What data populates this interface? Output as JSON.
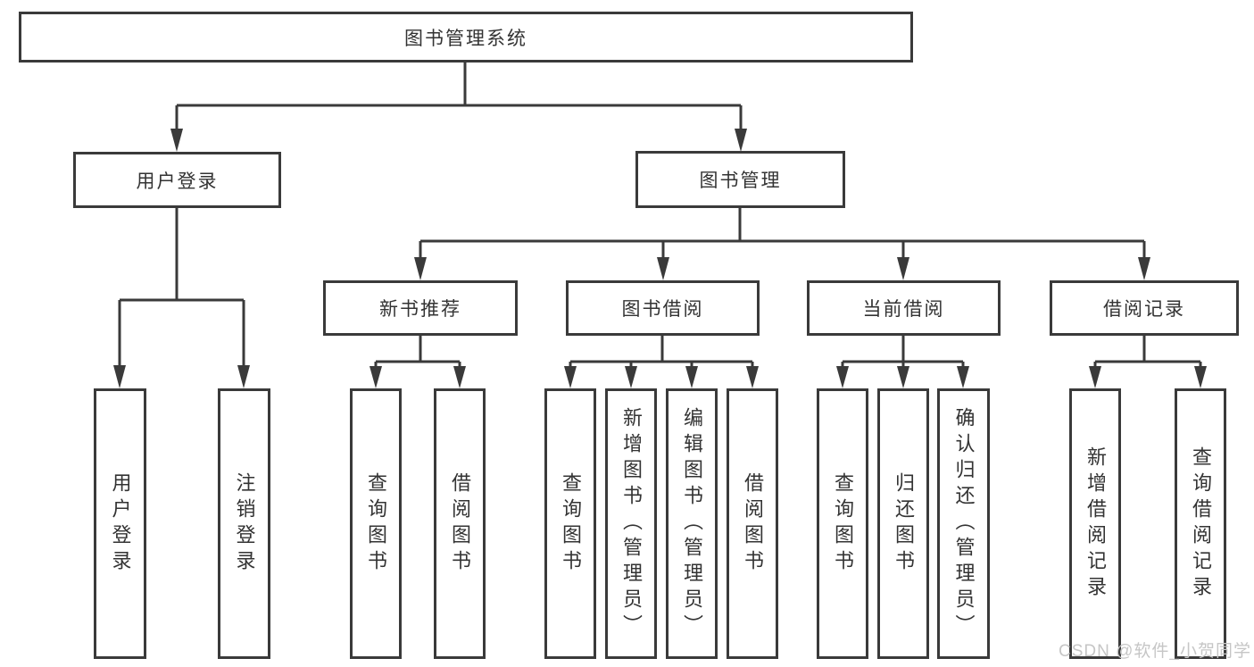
{
  "tree": {
    "label": "图书管理系统",
    "children": [
      {
        "label": "用户登录",
        "children": [
          {
            "label": "用户登录"
          },
          {
            "label": "注销登录"
          }
        ]
      },
      {
        "label": "图书管理",
        "children": [
          {
            "label": "新书推荐",
            "children": [
              {
                "label": "查询图书"
              },
              {
                "label": "借阅图书"
              }
            ]
          },
          {
            "label": "图书借阅",
            "children": [
              {
                "label": "查询图书"
              },
              {
                "label": "新增图书（管理员）"
              },
              {
                "label": "编辑图书（管理员）"
              },
              {
                "label": "借阅图书"
              }
            ]
          },
          {
            "label": "当前借阅",
            "children": [
              {
                "label": "查询图书"
              },
              {
                "label": "归还图书"
              },
              {
                "label": "确认归还（管理员）"
              }
            ]
          },
          {
            "label": "借阅记录",
            "children": [
              {
                "label": "新增借阅记录"
              },
              {
                "label": "查询借阅记录"
              }
            ]
          }
        ]
      }
    ]
  },
  "watermark": {
    "text": "CSDN @软件_小贺同学"
  },
  "colors": {
    "line": "#3a3a3a",
    "node_border": "#3a3a3a",
    "node_text": "#333333",
    "background": "#ffffff",
    "watermark": "#c6c6c6"
  }
}
